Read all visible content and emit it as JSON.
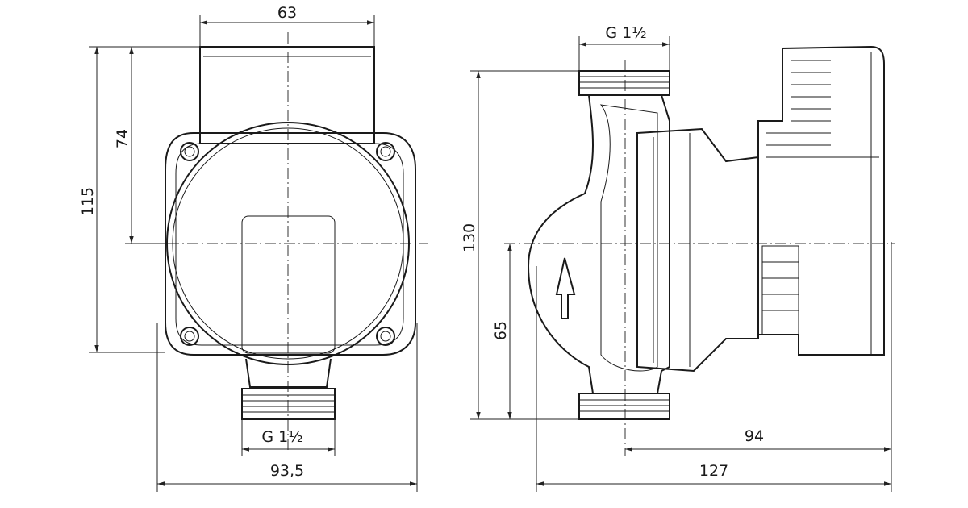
{
  "front_view": {
    "dim_width_top": "63",
    "dim_height_74": "74",
    "dim_height_115": "115",
    "dim_thread": "G 1½",
    "dim_width_total": "93,5"
  },
  "side_view": {
    "dim_thread": "G 1½",
    "dim_height_130": "130",
    "dim_height_65": "65",
    "dim_length_94": "94",
    "dim_length_127": "127"
  }
}
